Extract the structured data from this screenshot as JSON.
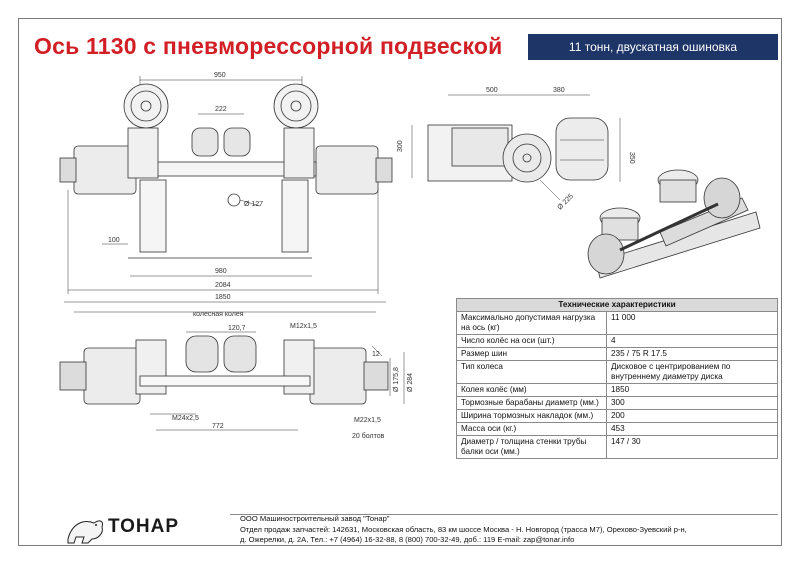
{
  "header": {
    "title": "Ось 1130 с пневморессорной подвеской",
    "subtitle": "11 тонн, двускатная ошиновка"
  },
  "drawing": {
    "top_view": {
      "dim_950": "950",
      "dim_222": "222",
      "dim_127": "Ø 127",
      "dim_100": "100",
      "dim_980": "980",
      "dim_2084": "2084"
    },
    "side_view": {
      "dim_500": "500",
      "dim_380": "380",
      "dim_300": "300",
      "dim_350": "350",
      "dim_225": "Ø 225"
    },
    "front_view": {
      "dim_1850": "1850",
      "wheel_track": "колесная колея",
      "dim_1207": "120,7",
      "m12": "M12x1,5",
      "m24": "M24x2,5",
      "dim_772": "772",
      "m22": "M22x1,5",
      "bolts": "20 болтов",
      "dim_12": "12",
      "d1758": "Ø 175,8",
      "d284": "Ø 284"
    }
  },
  "specs": {
    "heading": "Технические характеристики",
    "rows": [
      {
        "label": "Максимально допустимая нагрузка на ось (кг)",
        "value": "11 000"
      },
      {
        "label": "Число колёс на оси (шт.)",
        "value": "4"
      },
      {
        "label": "Размер шин",
        "value": "235 / 75 R 17.5"
      },
      {
        "label": "Тип колеса",
        "value": "Дисковое с центрированием по внутреннему диаметру диска"
      },
      {
        "label": "Колея колёс (мм)",
        "value": "1850"
      },
      {
        "label": "Тормозные барабаны диаметр (мм.)",
        "value": "300"
      },
      {
        "label": "Ширина тормозных накладок (мм.)",
        "value": "200"
      },
      {
        "label": "Масса оси (кг.)",
        "value": "453"
      },
      {
        "label": "Диаметр / толщина стенки трубы балки оси (мм.)",
        "value": "147 / 30"
      }
    ]
  },
  "footer": {
    "brand": "ТОНАР",
    "line1": "ООО Машиностроительный завод \"Тонар\"",
    "line2": "Отдел продаж запчастей: 142631, Московская область, 83 км шоссе Москва - Н. Новгород (трасса М7), Орехово-Зуевский р-н,",
    "line3": "д. Ожерелки, д. 2А, Тел.: +7 (4964) 16-32-88, 8 (800) 700-32-49, доб.: 119 E-mail: zap@tonar.info"
  }
}
